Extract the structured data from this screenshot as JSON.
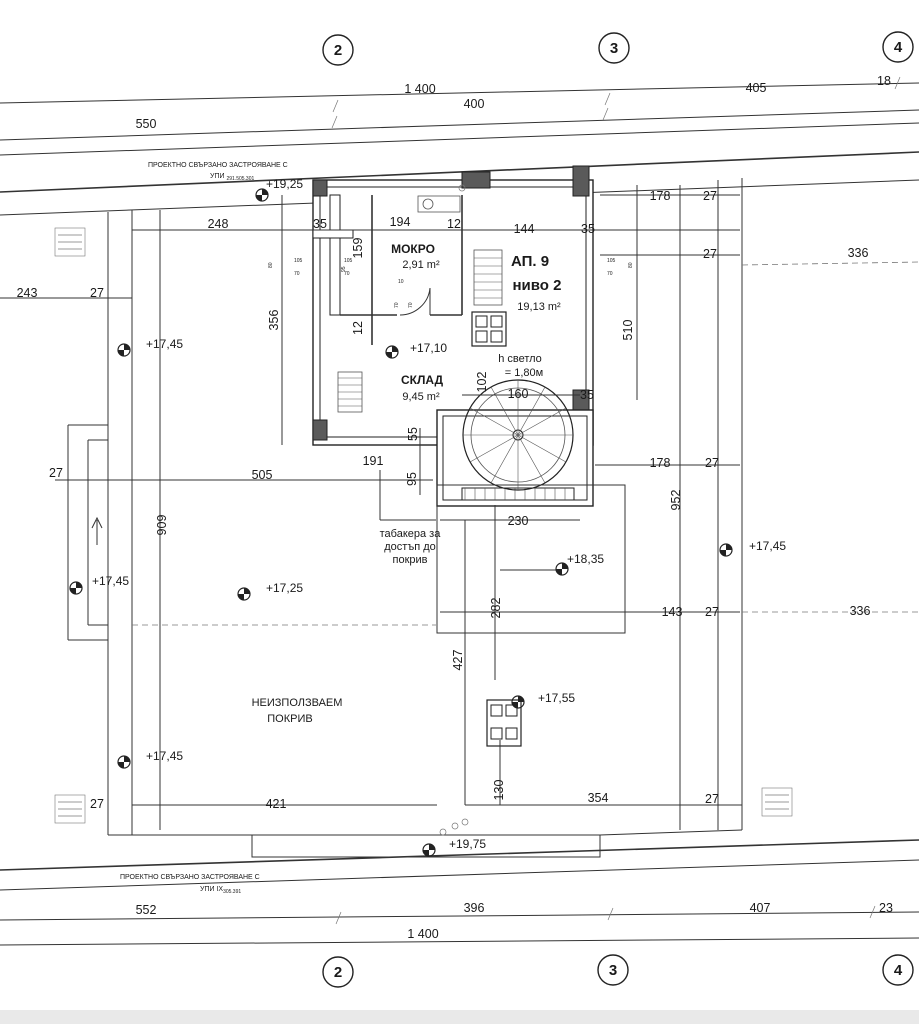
{
  "grid_axes": {
    "top": [
      "2",
      "3",
      "4"
    ],
    "bottom": [
      "2",
      "3",
      "4"
    ]
  },
  "top_dimensions": {
    "total": "1 400",
    "mid": "400",
    "right": "405",
    "right_edge": "18",
    "left": "550"
  },
  "bottom_dimensions": {
    "left": "552",
    "mid": "396",
    "right": "407",
    "right_edge": "23",
    "total": "1 400"
  },
  "boundary_notes": {
    "top_line1": "ПРОЕКТНО СВЪРЗАНО ЗАСТРОЯВАНЕ С",
    "top_line2": "УПИ ",
    "top_line2_sub": "291.505.301",
    "bottom_line1": "ПРОЕКТНО СВЪРЗАНО ЗАСТРОЯВАНЕ С",
    "bottom_line2": "УПИ IX",
    "bottom_line2_sub": "305.391"
  },
  "apartment": {
    "name": "АП. 9",
    "level": "ниво 2",
    "area": "19,13 m²"
  },
  "rooms": {
    "wet_name": "МОКРО",
    "wet_area": "2,91 m²",
    "storage_name": "СКЛАД",
    "storage_area": "9,45 m²",
    "clear_height_line1": "h светло",
    "clear_height_line2": "= 1,80м",
    "hatch_line1": "табакера за",
    "hatch_line2": "достъп до",
    "hatch_line3": "покрив",
    "roof_line1": "НЕИЗПОЛЗВАЕМ",
    "roof_line2": "ПОКРИВ"
  },
  "levels": {
    "l1": "+19,25",
    "l2": "+17,45",
    "l3": "+17,10",
    "l4": "+18,35",
    "l5": "+17,45",
    "l6": "+17,45",
    "l7": "+17,25",
    "l8": "+17,55",
    "l9": "+17,45",
    "l10": "+19,75"
  },
  "plan_dimensions": {
    "d248": "248",
    "d35a": "35",
    "d194": "194",
    "d12a": "12",
    "d144": "144",
    "d35b": "35",
    "d178a": "178",
    "d27a": "27",
    "d27b": "27",
    "d336a": "336",
    "d243": "243",
    "d27c": "27",
    "d356": "356",
    "d159": "159",
    "d12b": "12",
    "d510": "510",
    "d102": "102",
    "d160": "160",
    "d35c": "35",
    "d55": "55",
    "d27d": "27",
    "d505": "505",
    "d191": "191",
    "d95": "95",
    "d178b": "178",
    "d27e": "27",
    "d230": "230",
    "d909": "909",
    "d952": "952",
    "d282": "282",
    "d143": "143",
    "d27f": "27",
    "d336b": "336",
    "d427": "427",
    "d130": "130",
    "d27g": "27",
    "d421": "421",
    "d354": "354",
    "d27h": "27"
  },
  "tiny_dims": {
    "t105a": "105",
    "t70a": "70",
    "t105b": "105",
    "t70b": "70",
    "t105c": "105",
    "t70c": "70",
    "t70d": "70",
    "t70e": "70",
    "t10": "10",
    "t80a": "80",
    "t80b": "80",
    "t95": "95"
  }
}
